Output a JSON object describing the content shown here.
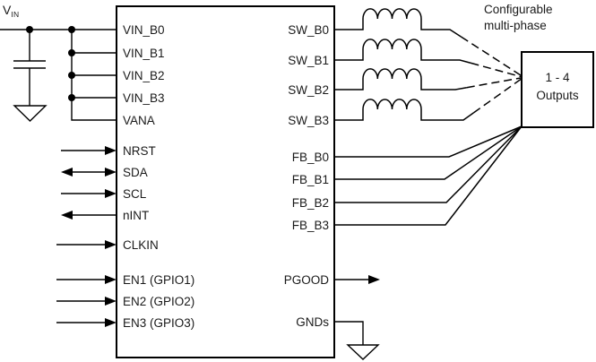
{
  "colors": {
    "wire": "#000000",
    "text": "#1a1a1a",
    "background": "#ffffff"
  },
  "vin": {
    "base": "V",
    "subscript": "IN"
  },
  "annotation": {
    "line1": "Configurable",
    "line2": "multi-phase"
  },
  "output_box": {
    "line1": "1 - 4",
    "line2": "Outputs"
  },
  "ic": {
    "left_pins": [
      {
        "label": "VIN_B0",
        "signal": "power-input"
      },
      {
        "label": "VIN_B1",
        "signal": "power-input"
      },
      {
        "label": "VIN_B2",
        "signal": "power-input"
      },
      {
        "label": "VIN_B3",
        "signal": "power-input"
      },
      {
        "label": "VANA",
        "signal": "power-input"
      },
      {
        "label": "NRST",
        "signal": "input"
      },
      {
        "label": "SDA",
        "signal": "bidirectional"
      },
      {
        "label": "SCL",
        "signal": "input"
      },
      {
        "label": "nINT",
        "signal": "output"
      },
      {
        "label": "CLKIN",
        "signal": "input"
      },
      {
        "label": "EN1 (GPIO1)",
        "signal": "input"
      },
      {
        "label": "EN2 (GPIO2)",
        "signal": "input"
      },
      {
        "label": "EN3 (GPIO3)",
        "signal": "input"
      }
    ],
    "right_pins": [
      {
        "label": "SW_B0",
        "signal": "switch-output"
      },
      {
        "label": "SW_B1",
        "signal": "switch-output"
      },
      {
        "label": "SW_B2",
        "signal": "switch-output"
      },
      {
        "label": "SW_B3",
        "signal": "switch-output"
      },
      {
        "label": "FB_B0",
        "signal": "feedback-input"
      },
      {
        "label": "FB_B1",
        "signal": "feedback-input"
      },
      {
        "label": "FB_B2",
        "signal": "feedback-input"
      },
      {
        "label": "FB_B3",
        "signal": "feedback-input"
      },
      {
        "label": "PGOOD",
        "signal": "output"
      },
      {
        "label": "GNDs",
        "signal": "ground"
      }
    ]
  }
}
